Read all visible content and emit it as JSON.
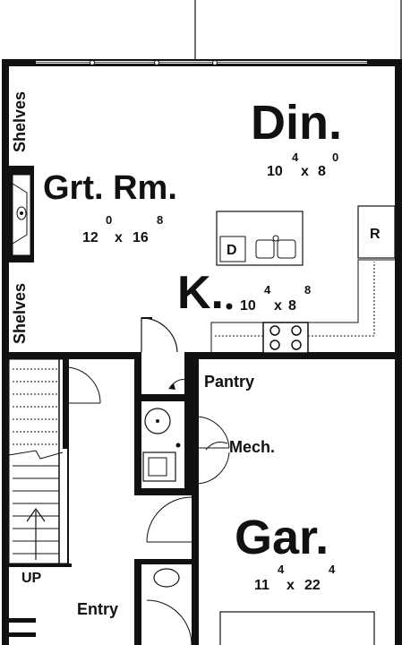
{
  "rooms": {
    "dining": {
      "name": "Din.",
      "dim_w": "10",
      "dim_w_sup": "4",
      "dim_x": "x",
      "dim_h": "8",
      "dim_h_sup": "0"
    },
    "great": {
      "name": "Grt. Rm.",
      "dim_w": "12",
      "dim_w_sup": "0",
      "dim_x": "x",
      "dim_h": "16",
      "dim_h_sup": "8"
    },
    "kitchen": {
      "name": "K.",
      "dim_w": "10",
      "dim_w_sup": "4",
      "dim_x": "x",
      "dim_h": "8",
      "dim_h_sup": "8"
    },
    "garage": {
      "name": "Gar.",
      "dim_w": "11",
      "dim_w_sup": "4",
      "dim_x": "x",
      "dim_h": "22",
      "dim_h_sup": "4"
    }
  },
  "labels": {
    "shelves_top": "Shelves",
    "shelves_bottom": "Shelves",
    "pantry": "Pantry",
    "mech": "Mech.",
    "entry": "Entry",
    "up": "UP",
    "dishwasher": "D",
    "refrigerator": "R"
  }
}
